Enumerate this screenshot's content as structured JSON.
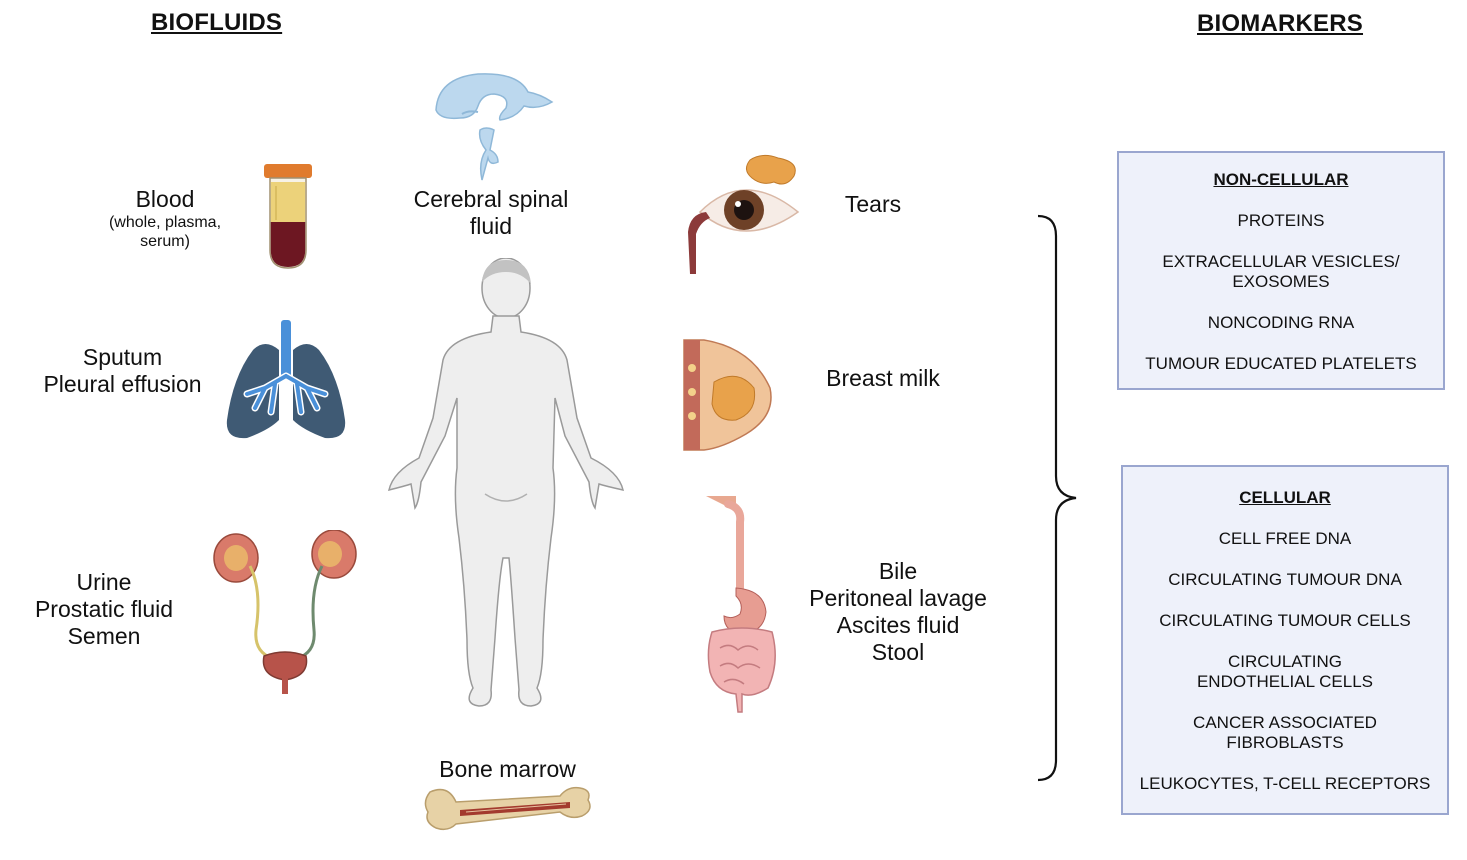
{
  "headers": {
    "biofluids": "BIOFLUIDS",
    "biomarkers": "BIOMARKERS"
  },
  "labels": {
    "blood_main": "Blood",
    "blood_sub": "(whole, plasma, serum)",
    "csf_1": "Cerebral spinal",
    "csf_2": "fluid",
    "tears": "Tears",
    "sputum_1": "Sputum",
    "sputum_2": "Pleural effusion",
    "breast_milk": "Breast milk",
    "urine_1": "Urine",
    "urine_2": "Prostatic fluid",
    "urine_3": "Semen",
    "gi_1": "Bile",
    "gi_2": "Peritoneal lavage",
    "gi_3": "Ascites fluid",
    "gi_4": "Stool",
    "bone_marrow": "Bone marrow"
  },
  "non_cellular": {
    "title": "NON-CELLULAR",
    "items": [
      "PROTEINS",
      "EXTRACELLULAR VESICLES/ EXOSOMES",
      "NONCODING RNA",
      "TUMOUR EDUCATED PLATELETS"
    ]
  },
  "cellular": {
    "title": "CELLULAR",
    "items": [
      "CELL FREE DNA",
      "CIRCULATING TUMOUR DNA",
      "CIRCULATING TUMOUR CELLS",
      "CIRCULATING ENDOTHELIAL CELLS",
      "CANCER ASSOCIATED FIBROBLASTS",
      "LEUKOCYTES, T-CELL RECEPTORS"
    ]
  },
  "colors": {
    "box_fill": "#eef1fa",
    "box_border": "#9aa6cf",
    "body": "#eeeeee",
    "lung": "#3f5a74",
    "airway": "#4a90d9"
  }
}
